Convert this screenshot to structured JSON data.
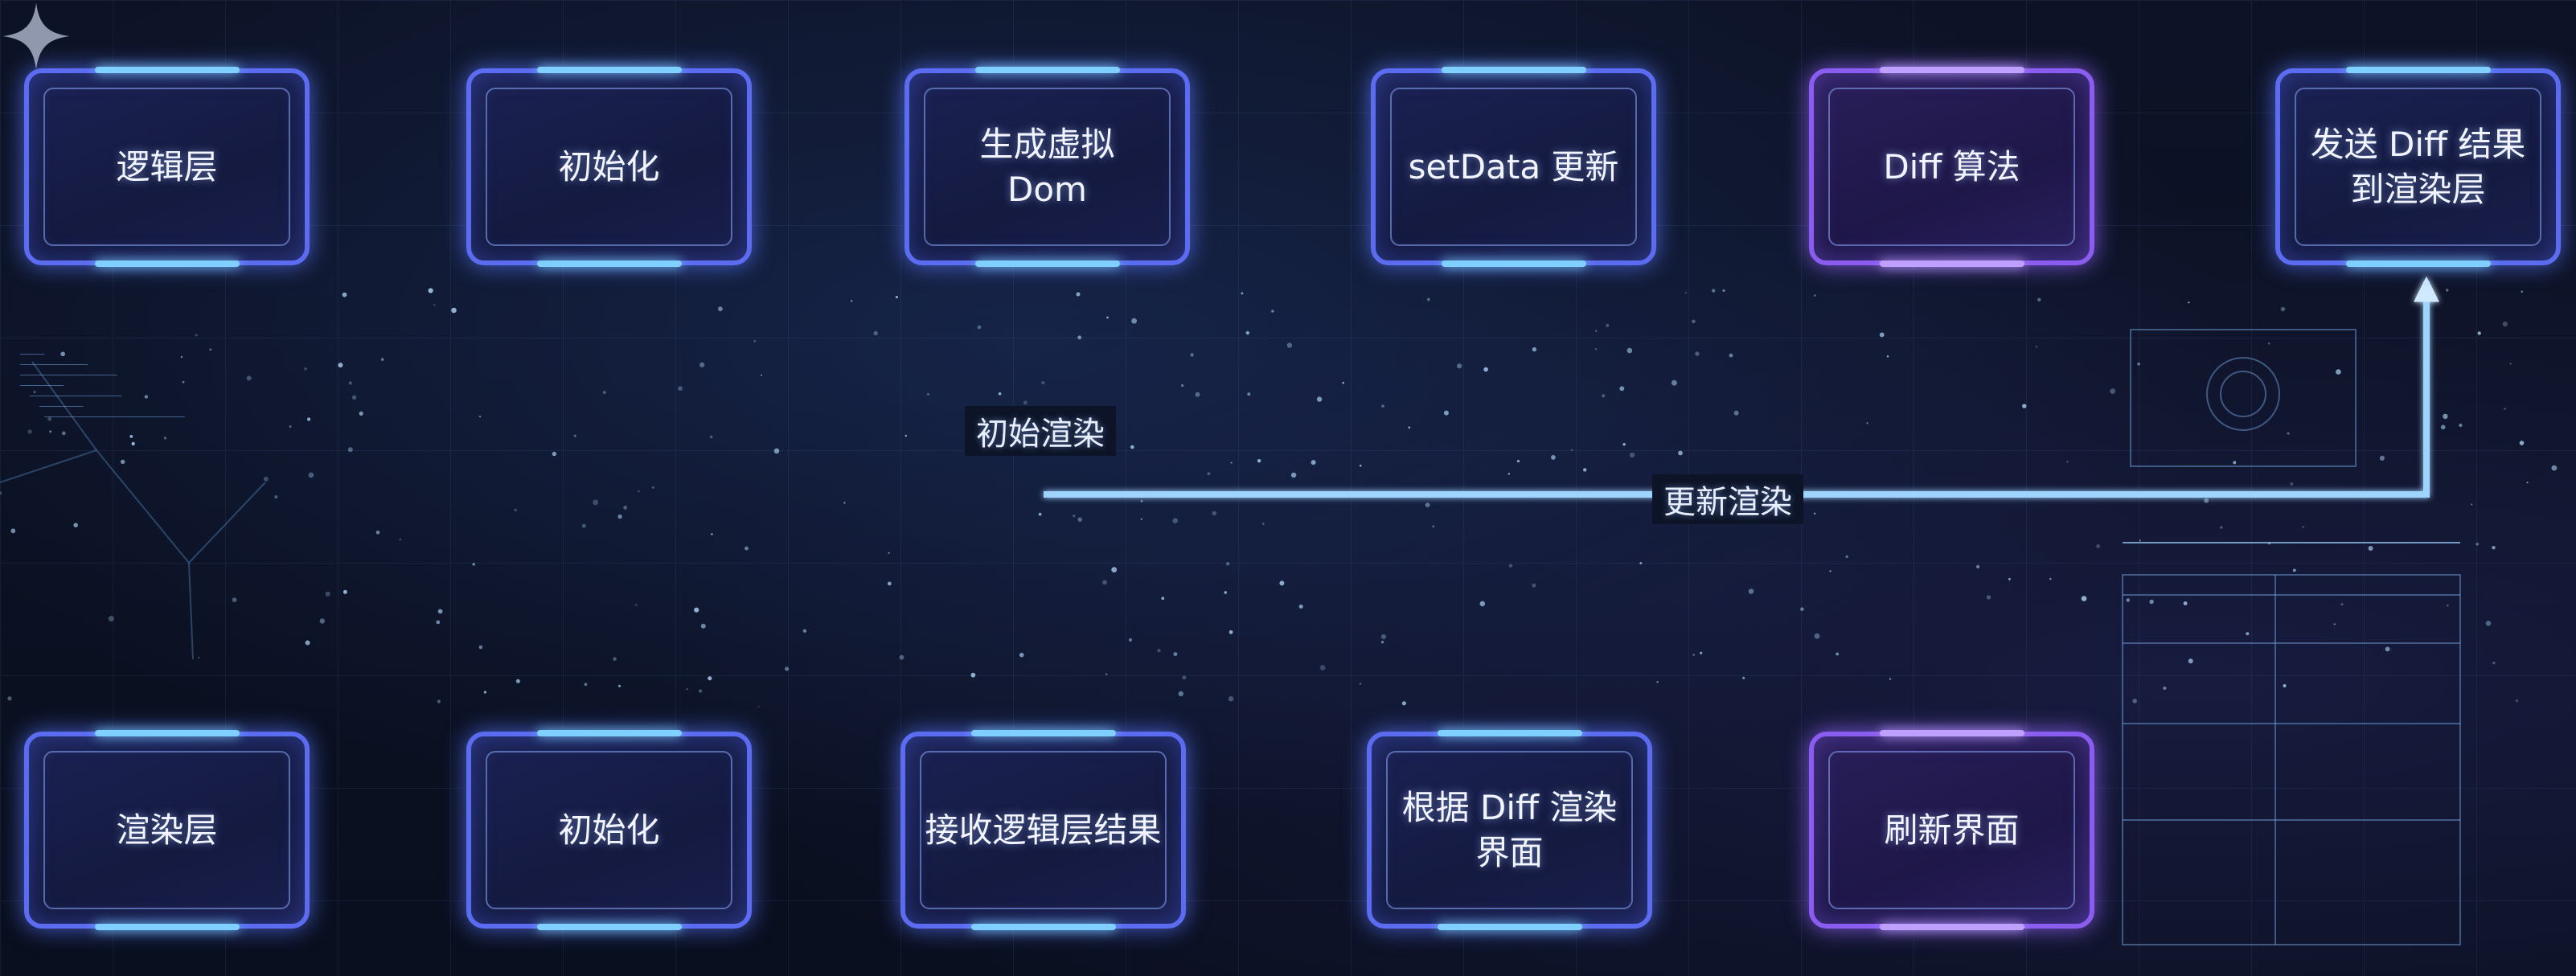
{
  "colors": {
    "node_border": "#5b6cf0",
    "node_border_violet": "#8a5cf0",
    "arrow": "#9fd4ff",
    "arrow_violet": "#b9a4ff",
    "background": "#0b1020"
  },
  "nodes_top": [
    {
      "label": "逻辑层"
    },
    {
      "label": "初始化"
    },
    {
      "label": "生成虚拟Dom"
    },
    {
      "label": "setData 更新"
    },
    {
      "label": "Diff 算法"
    },
    {
      "label": "发送 Diff 结果到渲染层"
    }
  ],
  "nodes_bottom": [
    {
      "label": "渲染层"
    },
    {
      "label": "初始化"
    },
    {
      "label": "接收逻辑层结果"
    },
    {
      "label": "根据 Diff 渲染界面"
    },
    {
      "label": "刷新界面"
    }
  ],
  "edge_labels": {
    "initial_render": "初始渲染",
    "update_render": "更新渲染"
  },
  "icons": {
    "corner_mark": "sparkle-icon"
  }
}
